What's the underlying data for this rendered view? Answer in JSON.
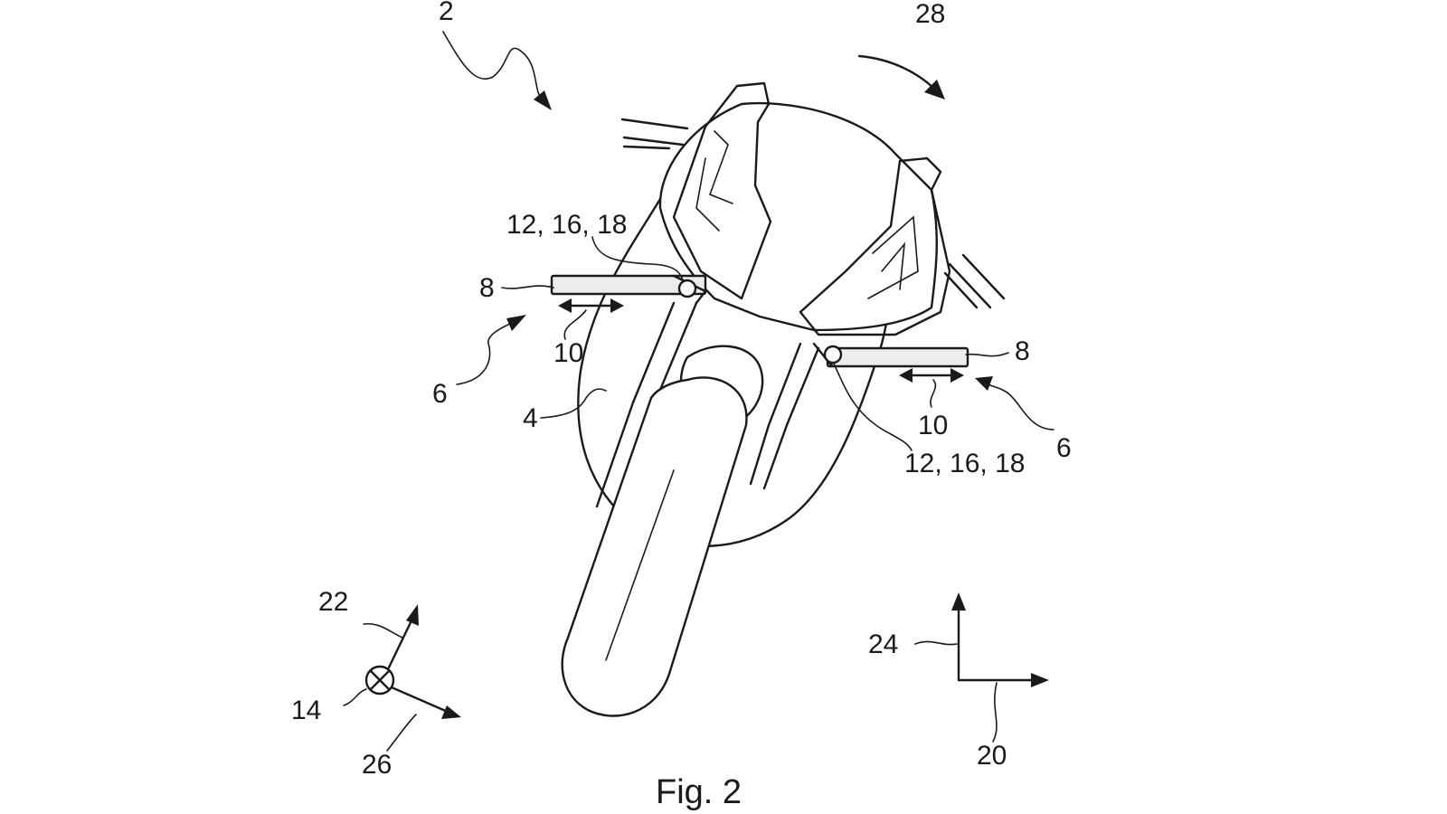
{
  "figure": {
    "caption": "Fig. 2",
    "labels": {
      "motorcycle": "2",
      "lean_direction": "28",
      "sensor_ref_left": "12, 16, 18",
      "sensor_ref_right": "12, 16, 18",
      "plate_left": "8",
      "plate_right": "8",
      "travel_left": "10",
      "travel_right": "10",
      "unit_left": "6",
      "unit_right": "6",
      "body": "4",
      "axis_up_left": "22",
      "axis_into": "14",
      "axis_out": "26",
      "axis_vertical": "24",
      "axis_horizontal": "20"
    }
  }
}
